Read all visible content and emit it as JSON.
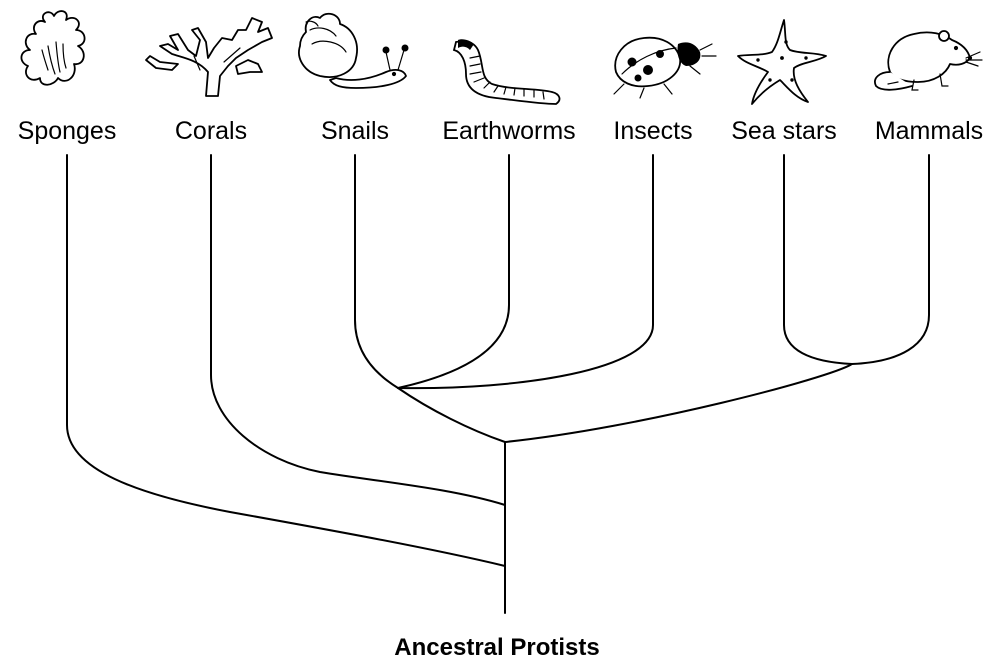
{
  "diagram": {
    "taxa": [
      {
        "label": "Sponges",
        "icon": "sponge-icon"
      },
      {
        "label": "Corals",
        "icon": "coral-icon"
      },
      {
        "label": "Snails",
        "icon": "snail-icon"
      },
      {
        "label": "Earthworms",
        "icon": "earthworm-icon"
      },
      {
        "label": "Insects",
        "icon": "ladybug-icon"
      },
      {
        "label": "Sea stars",
        "icon": "sea-star-icon"
      },
      {
        "label": "Mammals",
        "icon": "mouse-icon"
      }
    ],
    "root_label": "Ancestral Protists"
  }
}
